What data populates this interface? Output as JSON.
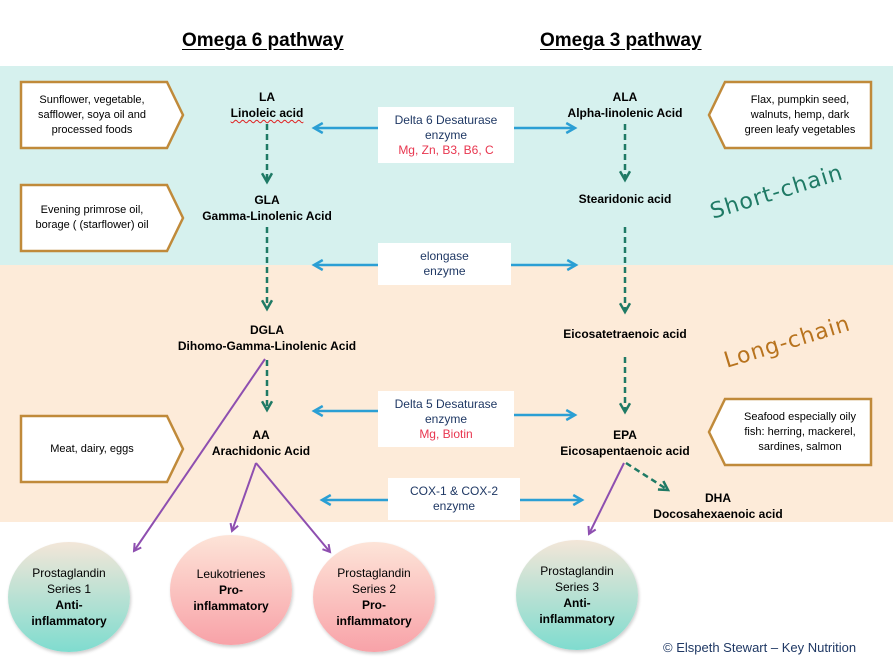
{
  "headings": {
    "omega6": "Omega 6 pathway",
    "omega3": "Omega 3 pathway"
  },
  "chain_labels": {
    "short": "Short-chain",
    "long": "Long-chain"
  },
  "omega6_nodes": [
    {
      "abbr": "LA",
      "full": "Linoleic acid"
    },
    {
      "abbr": "GLA",
      "full": "Gamma-Linolenic Acid"
    },
    {
      "abbr": "DGLA",
      "full": "Dihomo-Gamma-Linolenic Acid"
    },
    {
      "abbr": "AA",
      "full": "Arachidonic Acid"
    }
  ],
  "omega3_nodes": [
    {
      "abbr": "ALA",
      "full": "Alpha-linolenic Acid"
    },
    {
      "abbr": "",
      "full": "Stearidonic acid"
    },
    {
      "abbr": "",
      "full": "Eicosatetraenoic acid"
    },
    {
      "abbr": "EPA",
      "full": "Eicosapentaenoic acid"
    },
    {
      "abbr": "DHA",
      "full": "Docosahexaenoic acid"
    }
  ],
  "enzymes": [
    {
      "name": "Delta 6 Desaturase",
      "type": "enzyme",
      "cofactors": "Mg, Zn, B3, B6, C"
    },
    {
      "name": "elongase",
      "type": "enzyme",
      "cofactors": ""
    },
    {
      "name": "Delta 5 Desaturase",
      "type": "enzyme",
      "cofactors": "Mg, Biotin"
    },
    {
      "name": "COX-1 & COX-2",
      "type": "enzyme",
      "cofactors": ""
    }
  ],
  "sources": {
    "la": "Sunflower, vegetable, safflower, soya oil and processed foods",
    "gla": "Evening primrose oil, borage ( (starflower) oil",
    "aa": "Meat, dairy, eggs",
    "ala": "Flax, pumpkin seed, walnuts, hemp, dark green leafy vegetables",
    "epa": "Seafood especially oily fish: herring, mackerel, sardines, salmon"
  },
  "outcomes": [
    {
      "line1": "Prostaglandin",
      "line2": "Series 1",
      "effect1": "Anti-",
      "effect2": "inflammatory"
    },
    {
      "line1": "Leukotrienes",
      "line2": "",
      "effect1": "Pro-",
      "effect2": "inflammatory"
    },
    {
      "line1": "Prostaglandin",
      "line2": "Series 2",
      "effect1": "Pro-",
      "effect2": "inflammatory"
    },
    {
      "line1": "Prostaglandin",
      "line2": "Series 3",
      "effect1": "Anti-",
      "effect2": "inflammatory"
    }
  ],
  "copyright": "© Elspeth Stewart – Key Nutrition",
  "colors": {
    "short_band": "#d6f1ee",
    "long_band": "#fdebd9",
    "conversion_arrow": "#1f7a65",
    "enzyme_arrow": "#2b9fd4",
    "eicosanoid_arrow": "#8e4fb0",
    "source_border": "#c08a3a",
    "cofactor_text": "#e8364f"
  }
}
